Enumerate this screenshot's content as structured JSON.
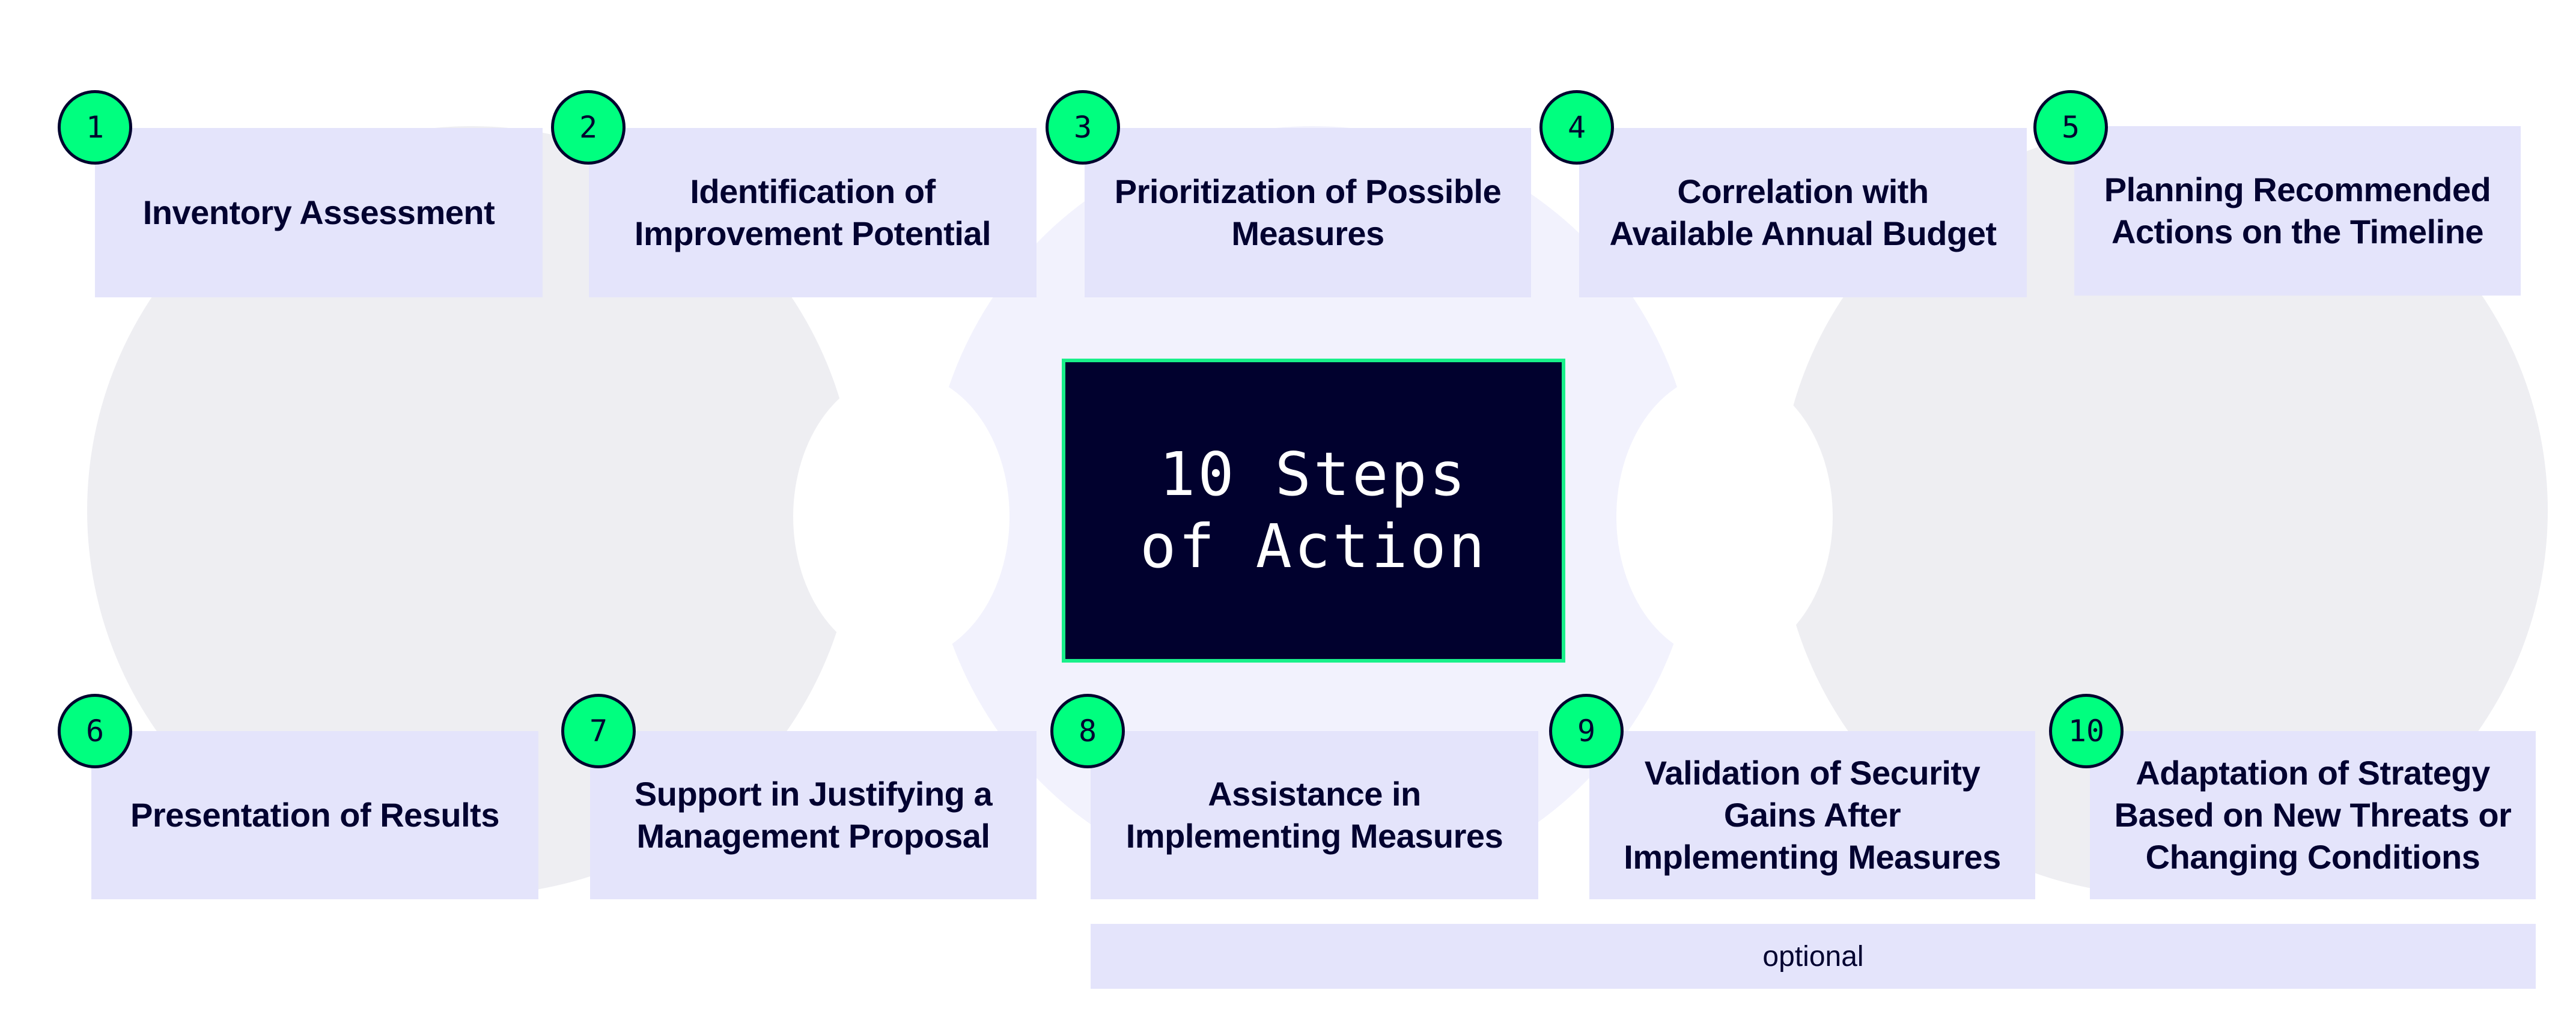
{
  "diagram": {
    "title": "10 Steps\nof Action",
    "colors": {
      "accent_green": "#00ff7f",
      "center_border": "#19f08a",
      "navy": "#01012e",
      "box_fill": "#e4e4fb",
      "gear_gray": "#eeeef2",
      "gear_lavender": "#f2f2fd"
    },
    "steps": [
      {
        "number": "1",
        "label": "Inventory Assessment"
      },
      {
        "number": "2",
        "label": "Identification of\nImprovement Potential"
      },
      {
        "number": "3",
        "label": "Prioritization of Possible\nMeasures"
      },
      {
        "number": "4",
        "label": "Correlation with\nAvailable Annual Budget"
      },
      {
        "number": "5",
        "label": "Planning Recommended\nActions on the Timeline"
      },
      {
        "number": "6",
        "label": "Presentation of Results"
      },
      {
        "number": "7",
        "label": "Support in Justifying a\nManagement Proposal"
      },
      {
        "number": "8",
        "label": "Assistance in\nImplementing Measures"
      },
      {
        "number": "9",
        "label": "Validation of Security\nGains After\nImplementing Measures"
      },
      {
        "number": "10",
        "label": "Adaptation of Strategy\nBased on New Threats or\nChanging Conditions"
      }
    ],
    "optional_label": "optional"
  }
}
